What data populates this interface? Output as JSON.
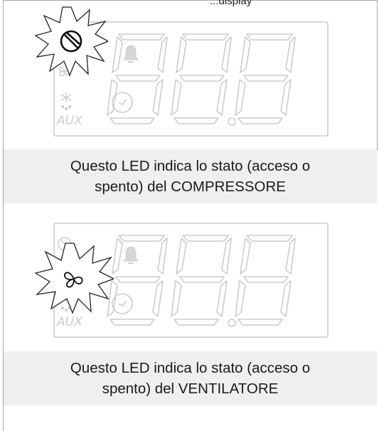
{
  "header": {
    "title_fragment": "...display"
  },
  "panels": [
    {
      "highlighted_icon": "compressor-icon",
      "aux_label": "AUX",
      "caption_line1": "Questo LED indica lo stato (acceso o",
      "caption_line2": "spento) del COMPRESSORE"
    },
    {
      "highlighted_icon": "fan-icon",
      "aux_label": "AUX",
      "caption_line1": "Questo LED indica lo stato (acceso o",
      "caption_line2": "spento) del VENTILATORE"
    }
  ],
  "colors": {
    "display_outline": "#cccccc",
    "caption_background": "#efefef",
    "burst_outline": "#222222"
  }
}
